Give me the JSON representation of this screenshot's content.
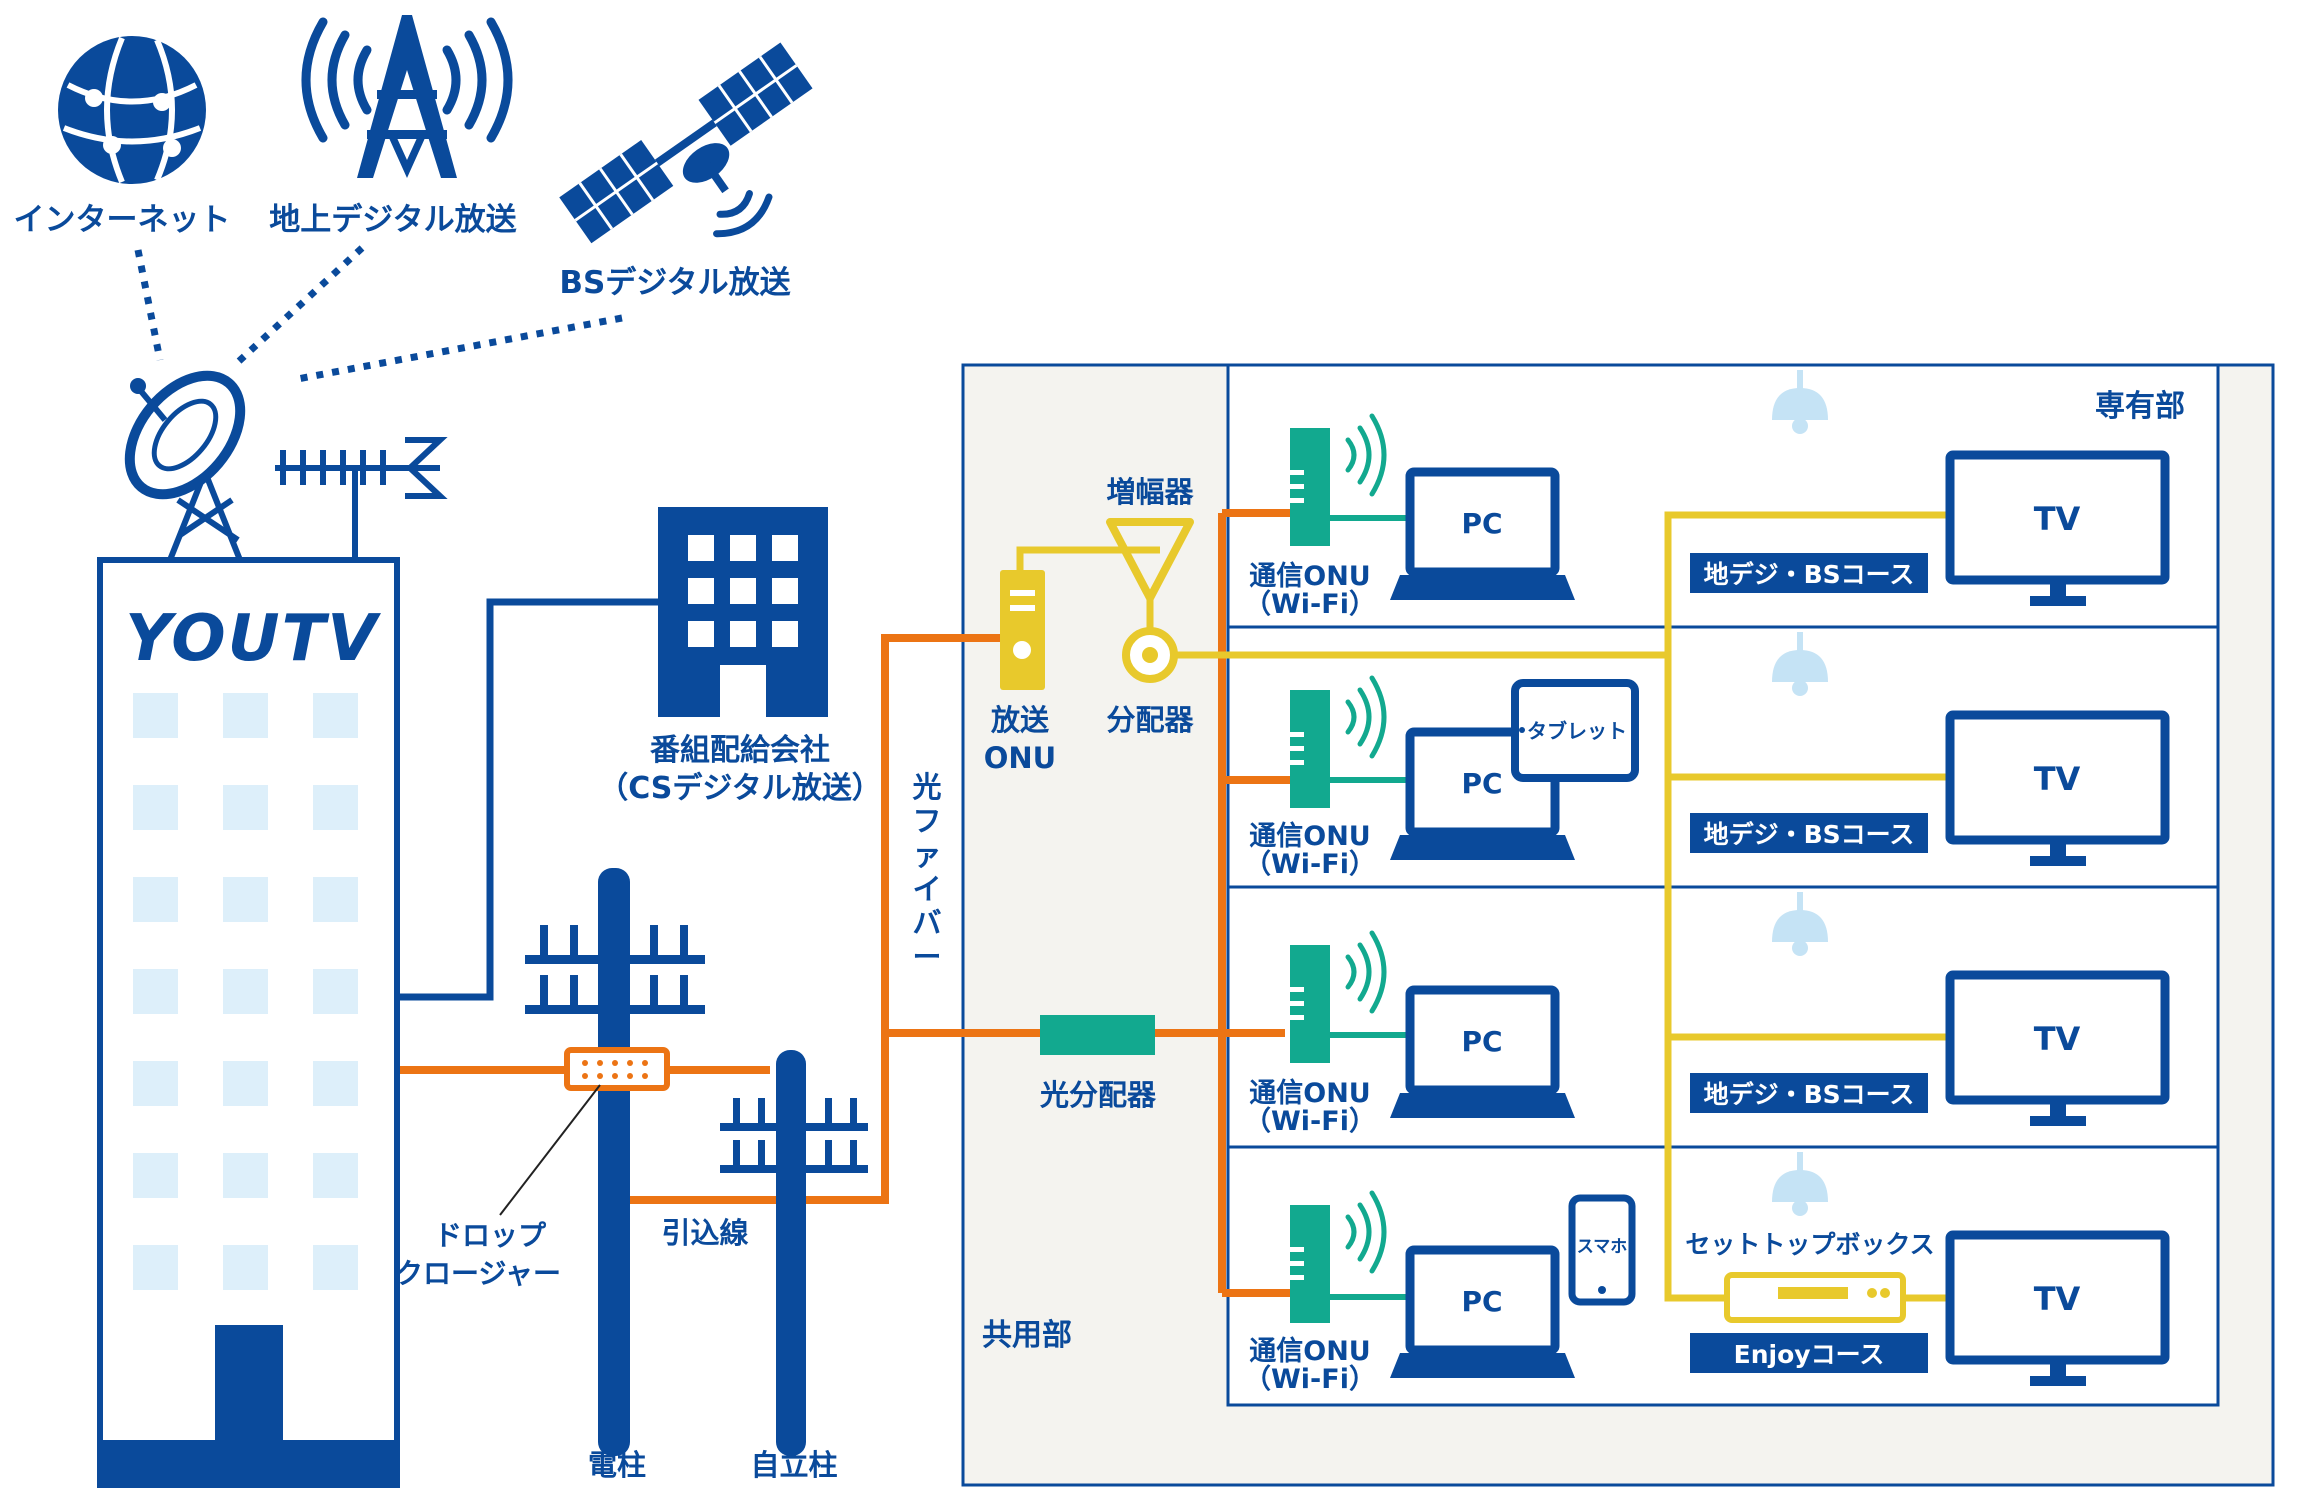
{
  "colors": {
    "navy": "#0A4A9B",
    "light_blue": "#DDEFFA",
    "orange": "#EC7414",
    "yellow": "#E8C92C",
    "teal": "#12A98F",
    "panel_bg": "#F4F3EF",
    "bulb": "#C5E3F5"
  },
  "sources": {
    "internet": "インターネット",
    "terrestrial": "地上デジタル放送",
    "bs": "BSデジタル放送"
  },
  "station": {
    "logo": "YOUTV"
  },
  "program_supplier": {
    "line1": "番組配給会社",
    "line2": "（CSデジタル放送）"
  },
  "poles": {
    "utility": "電柱",
    "self_standing": "自立柱",
    "drop_closure_line1": "ドロップ",
    "drop_closure_line2": "クロージャー",
    "drop_line": "引込線"
  },
  "fiber_label": [
    "光",
    "フ",
    "ァ",
    "イ",
    "バ",
    "ー"
  ],
  "common_area": {
    "label": "共用部",
    "broadcast_onu_line1": "放送",
    "broadcast_onu_line2": "ONU",
    "amplifier": "増幅器",
    "splitter": "分配器",
    "optical_splitter": "光分配器"
  },
  "private_area": {
    "label": "専有部",
    "units": [
      {
        "onu_line1": "通信ONU",
        "onu_line2": "（Wi-Fi）",
        "pc": "PC",
        "extra": "",
        "course": "地デジ・BSコース",
        "tv": "TV",
        "stb": ""
      },
      {
        "onu_line1": "通信ONU",
        "onu_line2": "（Wi-Fi）",
        "pc": "PC",
        "extra": "タブレット",
        "course": "地デジ・BSコース",
        "tv": "TV",
        "stb": ""
      },
      {
        "onu_line1": "通信ONU",
        "onu_line2": "（Wi-Fi）",
        "pc": "PC",
        "extra": "",
        "course": "地デジ・BSコース",
        "tv": "TV",
        "stb": ""
      },
      {
        "onu_line1": "通信ONU",
        "onu_line2": "（Wi-Fi）",
        "pc": "PC",
        "extra": "スマホ",
        "course": "Enjoyコース",
        "tv": "TV",
        "stb": "セットトップボックス"
      }
    ]
  }
}
